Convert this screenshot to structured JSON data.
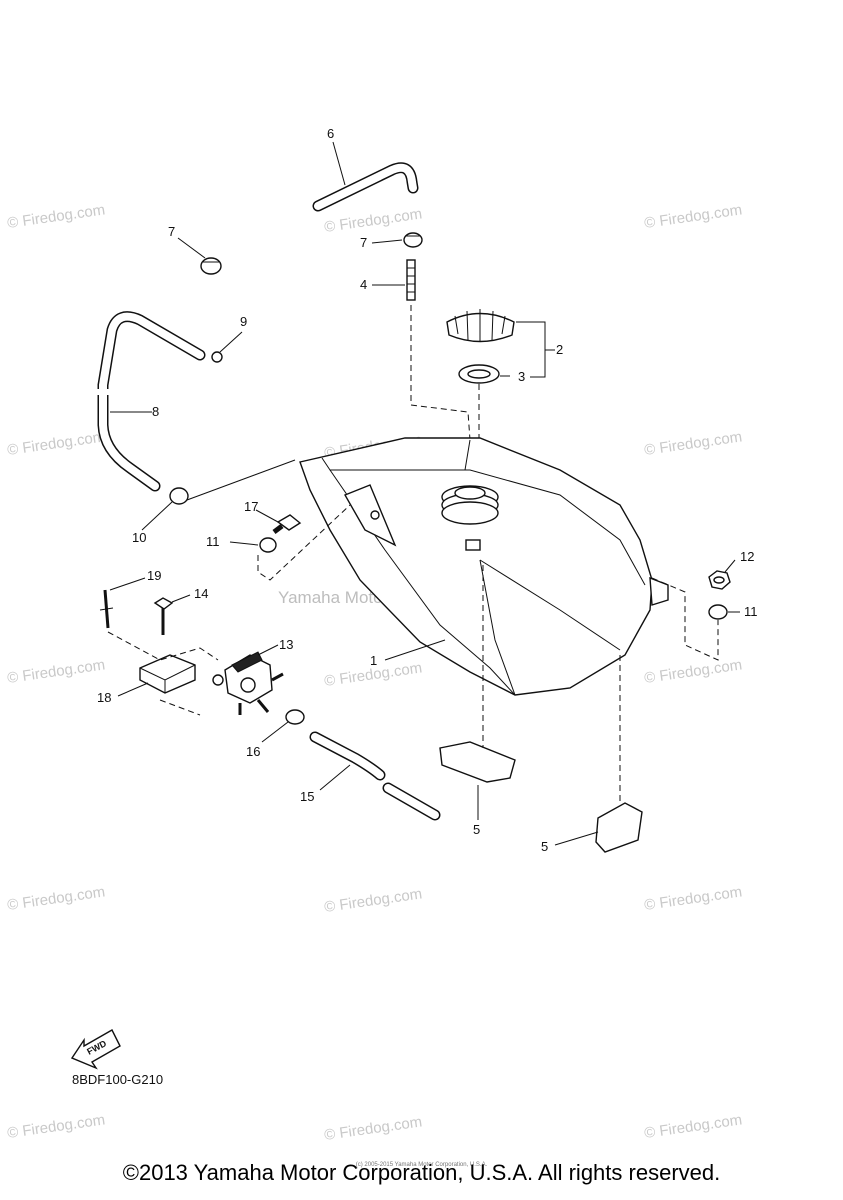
{
  "watermark": "© Firedog.com",
  "watermark_center": "Yamaha Motor Corp., U.S.A.",
  "callouts": {
    "c1": "1",
    "c2": "2",
    "c3": "3",
    "c4": "4",
    "c5a": "5",
    "c5b": "5",
    "c6": "6",
    "c7a": "7",
    "c7b": "7",
    "c8": "8",
    "c9": "9",
    "c10": "10",
    "c11a": "11",
    "c11b": "11",
    "c12": "12",
    "c13": "13",
    "c14": "14",
    "c15": "15",
    "c16": "16",
    "c17": "17",
    "c18": "18",
    "c19": "19"
  },
  "fwd_label": "FWD",
  "diagram_code": "8BDF100-G210",
  "copyright": "©2013 Yamaha Motor Corporation, U.S.A. All rights reserved.",
  "copyright_small": "(c) 2005-2015 Yamaha Motor Corporation, U.S.A."
}
